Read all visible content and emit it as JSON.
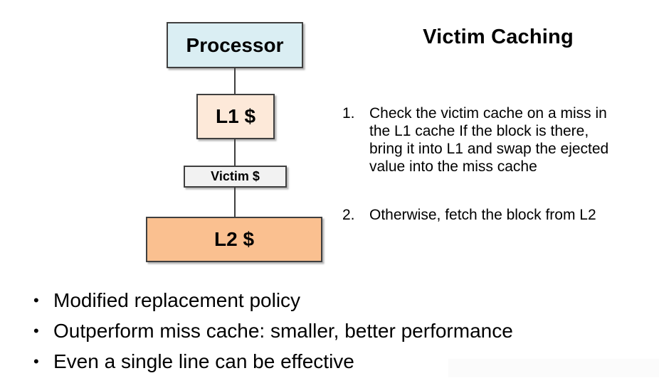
{
  "slide_title": "Victim Caching",
  "diagram": {
    "border_color": "#3f3f3f",
    "connector_color": "#3f3f3f",
    "nodes": [
      {
        "label": "Processor",
        "fill": "#daeef3"
      },
      {
        "label": "L1 $",
        "fill": "#fde9d9"
      },
      {
        "label": "Victim $",
        "fill": "#f2f2f2"
      },
      {
        "label": "L2 $",
        "fill": "#fac090"
      }
    ]
  },
  "steps": [
    {
      "number": "1.",
      "text": "Check the victim cache on a miss in\nthe L1 cache If the block is there,\nbring it into L1 and swap the ejected\nvalue into the miss cache"
    },
    {
      "number": "2.",
      "text": "Otherwise, fetch the block from L2"
    }
  ],
  "bullets": [
    {
      "glyph": "•",
      "text": "Modified replacement policy"
    },
    {
      "glyph": "•",
      "text": "Outperform miss cache: smaller, better performance"
    },
    {
      "glyph": "•",
      "text": "Even a single line can be effective"
    }
  ]
}
